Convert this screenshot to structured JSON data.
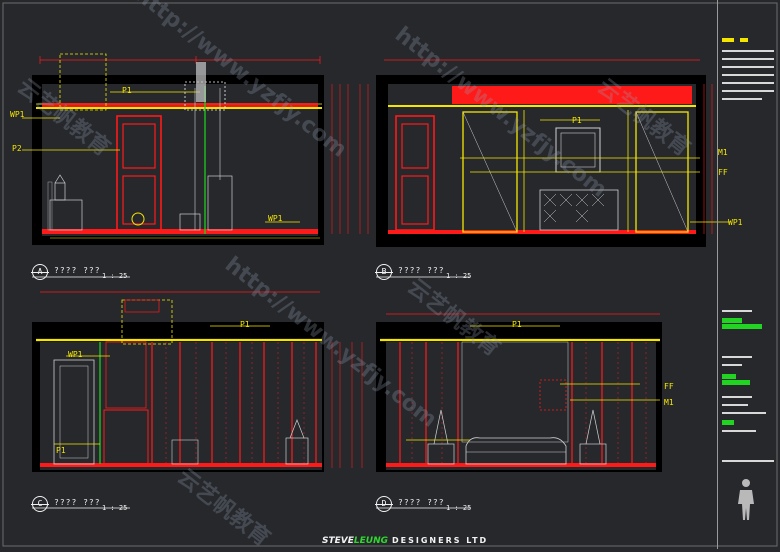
{
  "views": [
    {
      "id": "A",
      "title": "???? ???",
      "scale": "1 : 25"
    },
    {
      "id": "B",
      "title": "???? ???",
      "scale": "1 : 25"
    },
    {
      "id": "C",
      "title": "???? ???",
      "scale": "1 : 25"
    },
    {
      "id": "D",
      "title": "???? ???",
      "scale": "1 : 25"
    }
  ],
  "tags": {
    "p1": "P1",
    "p2": "P2",
    "wp1": "WP1",
    "m1": "M1",
    "ff": "FF",
    "rp": "???"
  },
  "footer": {
    "brand_white": "STEVE",
    "brand_green": "LEUNG",
    "suffix": "DESIGNERS LTD"
  },
  "watermarks": [
    "http://www.yzfjy.com",
    "云艺帆教育"
  ],
  "colors": {
    "bg": "#26282c",
    "wall": "#000000",
    "red": "#ff1a1a",
    "yellow": "#f5e600",
    "green": "#1ed81e",
    "white": "#f2f2f2"
  }
}
